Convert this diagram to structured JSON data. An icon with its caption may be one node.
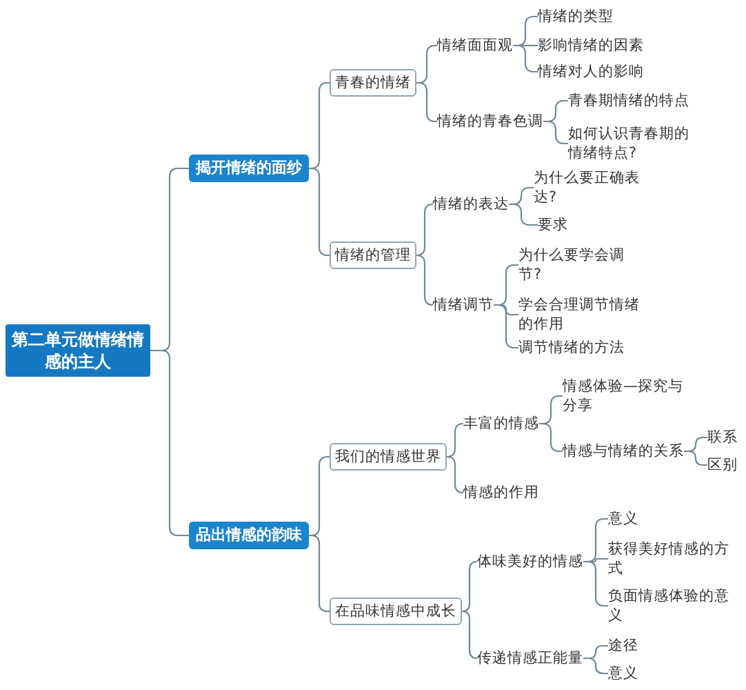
{
  "diagram": {
    "nodes": [
      {
        "text": [
          "第二单元做情绪情感的主人"
        ]
      },
      {
        "text": [
          "揭开情绪的面纱"
        ]
      },
      {
        "text": [
          "青春的情绪"
        ]
      },
      {
        "text": [
          "情绪面面观"
        ]
      },
      {
        "text": [
          "情绪的类型"
        ]
      },
      {
        "text": [
          "影响情绪的因素"
        ]
      },
      {
        "text": [
          "情绪对人的影响"
        ]
      },
      {
        "text": [
          "情绪的青春色调"
        ]
      },
      {
        "text": [
          "青春期情绪的特点"
        ]
      },
      {
        "text": [
          "如何认识青春期的情绪特点?"
        ]
      },
      {
        "text": [
          "情绪的管理"
        ]
      },
      {
        "text": [
          "情绪的表达"
        ]
      },
      {
        "text": [
          "为什么要正确表达?"
        ]
      },
      {
        "text": [
          "要求"
        ]
      },
      {
        "text": [
          "情绪调节"
        ]
      },
      {
        "text": [
          "为什么要学会调节?"
        ]
      },
      {
        "text": [
          "学会合理调节情绪的作用"
        ]
      },
      {
        "text": [
          "调节情绪的方法"
        ]
      },
      {
        "text": [
          "品出情感的韵味"
        ]
      },
      {
        "text": [
          "我们的情感世界"
        ]
      },
      {
        "text": [
          "丰富的情感"
        ]
      },
      {
        "text": [
          "情感体验—探究与分享"
        ]
      },
      {
        "text": [
          "情感与情绪的关系"
        ]
      },
      {
        "text": [
          "联系"
        ]
      },
      {
        "text": [
          "区别"
        ]
      },
      {
        "text": [
          "情感的作用"
        ]
      },
      {
        "text": [
          "在品味情感中成长"
        ]
      },
      {
        "text": [
          "体味美好的情感"
        ]
      },
      {
        "text": [
          "意义"
        ]
      },
      {
        "text": [
          "获得美好情感的方式"
        ]
      },
      {
        "text": [
          "负面情感体验的意义"
        ]
      },
      {
        "text": [
          "传递情感正能量"
        ]
      },
      {
        "text": [
          "途径"
        ]
      },
      {
        "text": [
          "意义"
        ]
      }
    ],
    "edges": [
      {
        "from": 0,
        "to": 1,
        "arrow": "none"
      },
      {
        "from": 1,
        "to": 2,
        "arrow": "none"
      },
      {
        "from": 2,
        "to": 3,
        "arrow": "none"
      },
      {
        "from": 3,
        "to": 4,
        "arrow": "none"
      },
      {
        "from": 3,
        "to": 5,
        "arrow": "none"
      },
      {
        "from": 3,
        "to": 6,
        "arrow": "none"
      },
      {
        "from": 2,
        "to": 7,
        "arrow": "none"
      },
      {
        "from": 7,
        "to": 8,
        "arrow": "none"
      },
      {
        "from": 7,
        "to": 9,
        "arrow": "none"
      },
      {
        "from": 1,
        "to": 10,
        "arrow": "none"
      },
      {
        "from": 10,
        "to": 11,
        "arrow": "none"
      },
      {
        "from": 11,
        "to": 12,
        "arrow": "none"
      },
      {
        "from": 11,
        "to": 13,
        "arrow": "none"
      },
      {
        "from": 10,
        "to": 14,
        "arrow": "none"
      },
      {
        "from": 14,
        "to": 15,
        "arrow": "none"
      },
      {
        "from": 14,
        "to": 16,
        "arrow": "none"
      },
      {
        "from": 14,
        "to": 17,
        "arrow": "none"
      },
      {
        "from": 0,
        "to": 18,
        "arrow": "none"
      },
      {
        "from": 18,
        "to": 19,
        "arrow": "none"
      },
      {
        "from": 19,
        "to": 20,
        "arrow": "none"
      },
      {
        "from": 20,
        "to": 21,
        "arrow": "none"
      },
      {
        "from": 20,
        "to": 22,
        "arrow": "none"
      },
      {
        "from": 22,
        "to": 23,
        "arrow": "none"
      },
      {
        "from": 22,
        "to": 24,
        "arrow": "none"
      },
      {
        "from": 19,
        "to": 25,
        "arrow": "none"
      },
      {
        "from": 18,
        "to": 26,
        "arrow": "none"
      },
      {
        "from": 26,
        "to": 27,
        "arrow": "none"
      },
      {
        "from": 27,
        "to": 28,
        "arrow": "none"
      },
      {
        "from": 27,
        "to": 29,
        "arrow": "none"
      },
      {
        "from": 27,
        "to": 30,
        "arrow": "none"
      },
      {
        "from": 26,
        "to": 31,
        "arrow": "none"
      },
      {
        "from": 31,
        "to": 32,
        "arrow": "none"
      },
      {
        "from": 31,
        "to": 33,
        "arrow": "none"
      }
    ]
  }
}
